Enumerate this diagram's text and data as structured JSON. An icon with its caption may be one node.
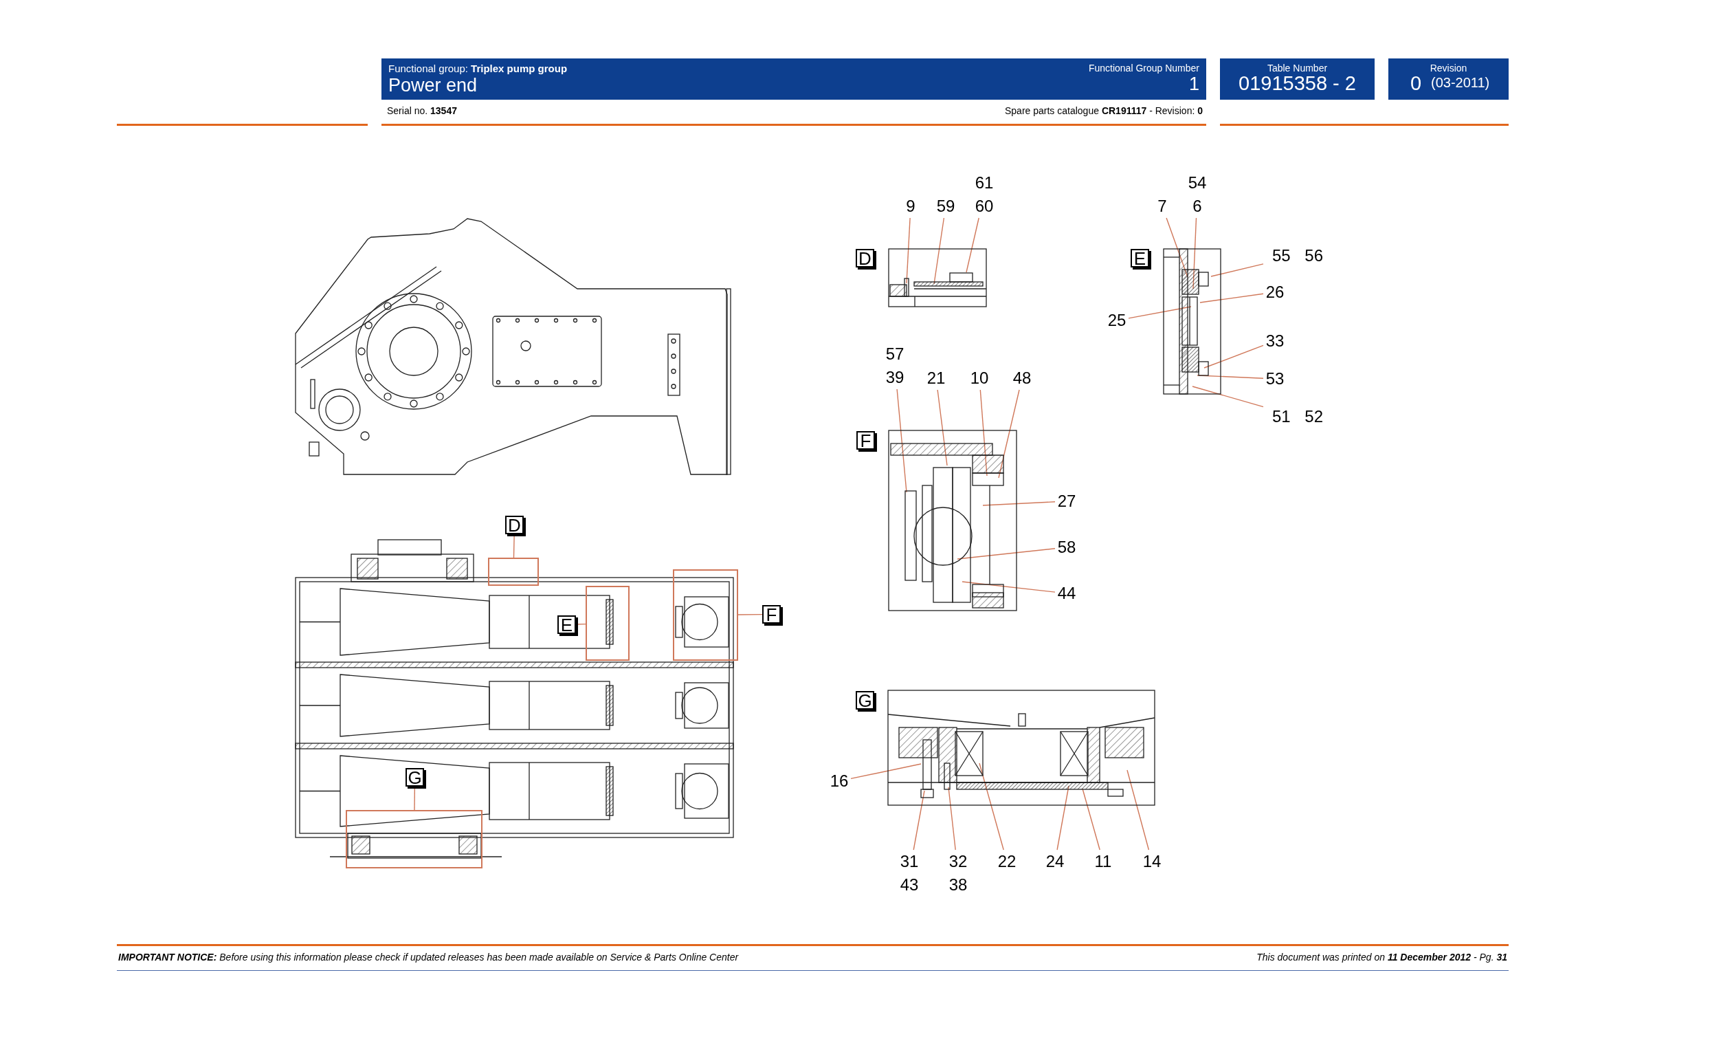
{
  "diagram": {
    "title": "Power end",
    "nodes": [
      {
        "text": [
          "D"
        ]
      },
      {
        "text": [],
        "shape": "box"
      },
      {
        "text": [
          "E"
        ]
      },
      {
        "text": [],
        "shape": "box"
      },
      {
        "text": [
          "F"
        ]
      },
      {
        "text": [],
        "shape": "box"
      },
      {
        "text": [
          "G"
        ]
      },
      {
        "text": [],
        "shape": "box"
      },
      {
        "text": [
          "D"
        ]
      },
      {
        "text": [
          "E"
        ]
      },
      {
        "text": [
          "F"
        ]
      },
      {
        "text": [
          "G"
        ]
      },
      {
        "text": [
          "9"
        ]
      },
      {
        "text": [
          "59"
        ]
      },
      {
        "text": [
          "61 60"
        ]
      },
      {
        "text": [
          "7"
        ]
      },
      {
        "text": [
          "54 6"
        ]
      },
      {
        "text": [
          "55 56"
        ]
      },
      {
        "text": [
          "26"
        ]
      },
      {
        "text": [
          "25"
        ]
      },
      {
        "text": [
          "33"
        ]
      },
      {
        "text": [
          "53"
        ]
      },
      {
        "text": [
          "51 52"
        ]
      },
      {
        "text": [
          "57 39"
        ]
      },
      {
        "text": [
          "21"
        ]
      },
      {
        "text": [
          "10"
        ]
      },
      {
        "text": [
          "48"
        ]
      },
      {
        "text": [
          "27"
        ]
      },
      {
        "text": [
          "58"
        ]
      },
      {
        "text": [
          "44"
        ]
      },
      {
        "text": [
          "16"
        ]
      },
      {
        "text": [
          "31 43"
        ]
      },
      {
        "text": [
          "32 38"
        ]
      },
      {
        "text": [
          "22"
        ]
      },
      {
        "text": [
          "24"
        ]
      },
      {
        "text": [
          "11"
        ]
      },
      {
        "text": [
          "14"
        ]
      }
    ],
    "edges": [
      {
        "from": 0,
        "to": 1,
        "arrow": "none"
      },
      {
        "from": 2,
        "to": 3,
        "arrow": "none"
      },
      {
        "from": 5,
        "to": 4,
        "arrow": "none"
      },
      {
        "from": 6,
        "to": 7,
        "arrow": "none"
      },
      {
        "from": 12,
        "to": 8,
        "arrow": "none"
      },
      {
        "from": 13,
        "to": 8,
        "arrow": "none"
      },
      {
        "from": 14,
        "to": 8,
        "arrow": "none"
      },
      {
        "from": 15,
        "to": 9,
        "arrow": "none"
      },
      {
        "from": 16,
        "to": 9,
        "arrow": "none"
      },
      {
        "from": 17,
        "to": 9,
        "arrow": "none"
      },
      {
        "from": 18,
        "to": 9,
        "arrow": "none"
      },
      {
        "from": 19,
        "to": 9,
        "arrow": "none"
      },
      {
        "from": 20,
        "to": 9,
        "arrow": "none"
      },
      {
        "from": 21,
        "to": 9,
        "arrow": "none"
      },
      {
        "from": 22,
        "to": 9,
        "arrow": "none"
      },
      {
        "from": 23,
        "to": 10,
        "arrow": "none"
      },
      {
        "from": 24,
        "to": 10,
        "arrow": "none"
      },
      {
        "from": 25,
        "to": 10,
        "arrow": "none"
      },
      {
        "from": 26,
        "to": 10,
        "arrow": "none"
      },
      {
        "from": 27,
        "to": 10,
        "arrow": "none"
      },
      {
        "from": 28,
        "to": 10,
        "arrow": "none"
      },
      {
        "from": 29,
        "to": 10,
        "arrow": "none"
      },
      {
        "from": 30,
        "to": 11,
        "arrow": "none"
      },
      {
        "from": 31,
        "to": 11,
        "arrow": "none"
      },
      {
        "from": 32,
        "to": 11,
        "arrow": "none"
      },
      {
        "from": 33,
        "to": 11,
        "arrow": "none"
      },
      {
        "from": 34,
        "to": 11,
        "arrow": "none"
      },
      {
        "from": 35,
        "to": 11,
        "arrow": "none"
      },
      {
        "from": 36,
        "to": 11,
        "arrow": "none"
      }
    ],
    "labels": [
      "Functional group: **Triplex pump group**",
      "Functional Group Number",
      "1",
      "Table Number",
      "01915358 - 2",
      "Revision",
      "0",
      "(03-2011)",
      "Serial no. **13547**",
      "Spare parts catalogue **CR191117** - Revision: **0**",
      "**IMPORTANT NOTICE:** Before using this information please check if updated releases has been made available on Service & Parts Online Center",
      "This document was printed on **11 December 2012** - Pg. **31**"
    ]
  }
}
